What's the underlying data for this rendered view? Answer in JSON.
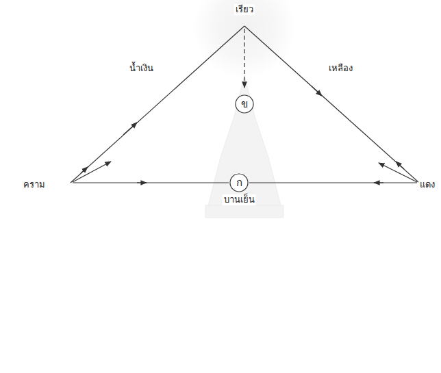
{
  "diagram": {
    "nodes": [
      {
        "text": [
          "ข"
        ]
      },
      {
        "text": [
          "ก"
        ]
      }
    ],
    "labels": [
      "เรียว",
      "น้ำเงิน",
      "เหลือง",
      "คราม",
      "แดง",
      "บานเย็น"
    ]
  }
}
